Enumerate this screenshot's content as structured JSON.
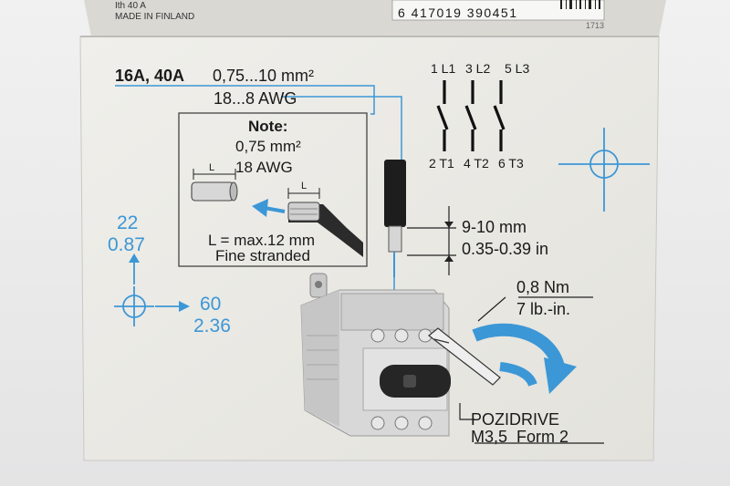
{
  "box_top": {
    "product_code": "Ith 40 A",
    "origin": "MADE IN FINLAND",
    "barcode_number": "6 417019 390451",
    "batch": "1713"
  },
  "rating": {
    "current": "16A, 40A",
    "cross_section": "0,75...10 mm²",
    "awg": "18...8 AWG"
  },
  "note": {
    "title": "Note:",
    "min_cross_section": "0,75 mm²",
    "min_awg": "18 AWG",
    "length_label": "L",
    "max_length": "L = max.12 mm",
    "wire_type": "Fine stranded"
  },
  "terminals": {
    "top": [
      "1 L1",
      "3 L2",
      "5 L3"
    ],
    "bottom": [
      "2 T1",
      "4 T2",
      "6 T3"
    ]
  },
  "strip_length": {
    "metric": "9-10 mm",
    "imperial": "0.35-0.39 in"
  },
  "dimensions": {
    "vertical_mm": "22",
    "vertical_in": "0.87",
    "horizontal_mm": "60",
    "horizontal_in": "2.36"
  },
  "torque": {
    "metric": "0,8 Nm",
    "imperial": "7 lb.-in."
  },
  "driver": {
    "type": "POZIDRIVE",
    "size": "M3,5  Form 2"
  },
  "colors": {
    "accent_blue": "#3c97d6",
    "box_face": "#ecebe6",
    "ink": "#1a1a1a"
  }
}
